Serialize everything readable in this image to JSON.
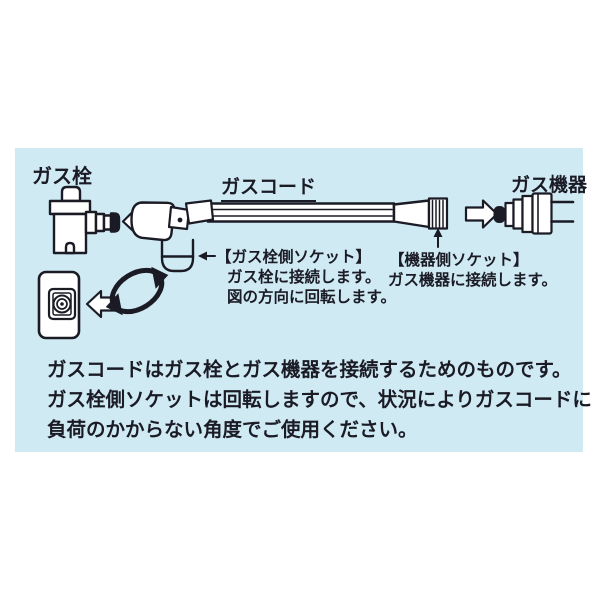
{
  "panel": {
    "bg": "#cfeaf3",
    "ink": "#1b1b26"
  },
  "labels": {
    "gas_valve": "ガス栓",
    "gas_cord": "ガスコード",
    "gas_appliance": "ガス機器"
  },
  "valve_socket_note": {
    "arrow": "←",
    "title": "【ガス栓側ソケット】",
    "lines": [
      "ガス栓に接続します。",
      "図の方向に回転します。"
    ]
  },
  "appliance_socket_note": {
    "arrow": "↑",
    "title": "【機器側ソケット】",
    "lines": [
      "ガス機器に接続します。"
    ]
  },
  "description": {
    "lines": [
      "ガスコードはガス栓とガス機器を接続するためのものです。",
      "ガス栓側ソケットは回転しますので、状況によりガスコードに",
      "負荷のかからない角度でご使用ください。"
    ]
  },
  "icons": {
    "gas_valve": "gas-valve-icon",
    "wall_socket": "wall-gas-socket-icon",
    "rotation": "rotation-arrow-icon",
    "gas_cord": "gas-cord-icon",
    "appliance": "gas-appliance-icon",
    "hollow_left_arrows": "hollow-left-arrow-icon",
    "hollow_right_arrow": "hollow-right-arrow-icon",
    "pointer_left": "pointer-left-arrow-icon",
    "pointer_up": "pointer-up-arrow-icon"
  }
}
